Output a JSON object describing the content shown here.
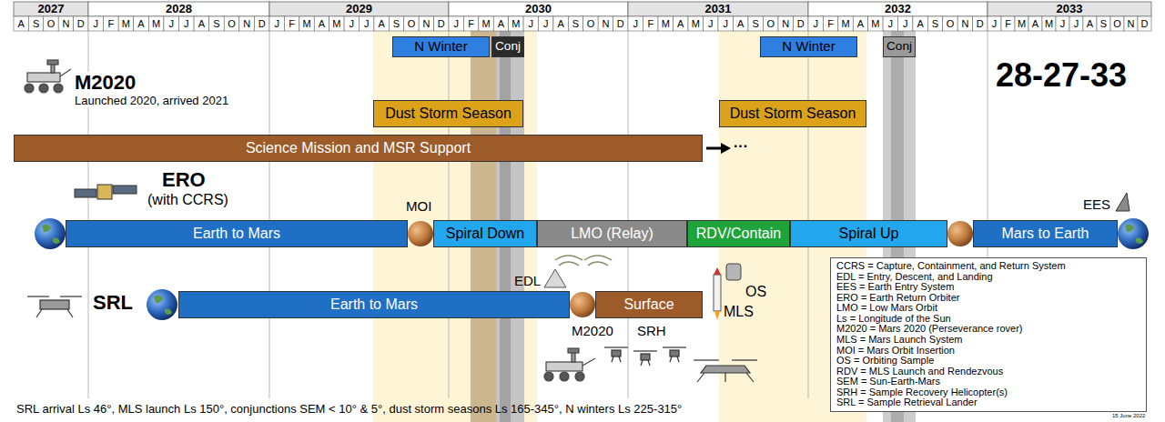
{
  "diagram": {
    "title": "28-27-33",
    "caption": "SRL arrival Ls 46°, MLS launch Ls 150°, conjunctions SEM < 10° & 5°, dust storm seasons Ls 165-345°, N winters Ls 225-315°",
    "nodes": [
      {
        "text": [
          "N Winter"
        ]
      },
      {
        "text": [
          "Conj"
        ]
      },
      {
        "text": [
          "N Winter"
        ]
      },
      {
        "text": [
          "Conj"
        ]
      },
      {
        "text": [
          "Dust Storm Season"
        ]
      },
      {
        "text": [
          "Dust Storm Season"
        ]
      },
      {
        "text": [
          "Science Mission and MSR Support"
        ]
      },
      {
        "text": [
          "Earth to Mars"
        ]
      },
      {
        "text": [
          "Spiral Down"
        ]
      },
      {
        "text": [
          "LMO (Relay)"
        ]
      },
      {
        "text": [
          "RDV/Contain"
        ]
      },
      {
        "text": [
          "Spiral Up"
        ]
      },
      {
        "text": [
          "Mars to Earth"
        ]
      },
      {
        "text": [
          "Earth to Mars"
        ]
      },
      {
        "text": [
          "Surface"
        ]
      },
      {
        "text": [
          "CCRS = Capture, Containment, and Return System",
          "EDL = Entry, Descent, and Landing",
          "EES = Earth Entry System",
          "ERO = Earth Return Orbiter",
          "LMO = Low Mars Orbit",
          "Ls = Longitude of the Sun",
          "M2020 = Mars 2020 (Perseverance rover)",
          "MLS = Mars Launch System",
          "MOI = Mars Orbit Insertion",
          "OS = Orbiting Sample",
          "RDV = MLS Launch and Rendezvous",
          "SEM = Sun-Earth-Mars",
          "SRH = Sample Recovery Helicopter(s)",
          "SRL = Sample Retrieval Lander"
        ]
      }
    ],
    "labels": [
      "2027",
      "2028",
      "2029",
      "2030",
      "2031",
      "2032",
      "2033",
      "A",
      "S",
      "O",
      "N",
      "D",
      "J",
      "F",
      "M",
      "A",
      "M",
      "J",
      "J",
      "A",
      "S",
      "O",
      "N",
      "D",
      "J",
      "F",
      "M",
      "A",
      "M",
      "J",
      "J",
      "A",
      "S",
      "O",
      "N",
      "D",
      "J",
      "F",
      "M",
      "A",
      "M",
      "J",
      "J",
      "A",
      "S",
      "O",
      "N",
      "D",
      "J",
      "F",
      "M",
      "A",
      "M",
      "J",
      "J",
      "A",
      "S",
      "O",
      "N",
      "D",
      "J",
      "F",
      "M",
      "A",
      "M",
      "J",
      "J",
      "A",
      "S",
      "O",
      "N",
      "D",
      "J",
      "F",
      "M",
      "A",
      "M",
      "J",
      "J",
      "A",
      "S",
      "O",
      "N",
      "D",
      "M2020",
      "Launched 2020, arrived 2021",
      "···",
      "ERO",
      "(with CCRS)",
      "MOI",
      "EES",
      "SRL",
      "EDL",
      "OS",
      "MLS",
      "M2020",
      "SRH",
      "15 June 2022"
    ]
  }
}
